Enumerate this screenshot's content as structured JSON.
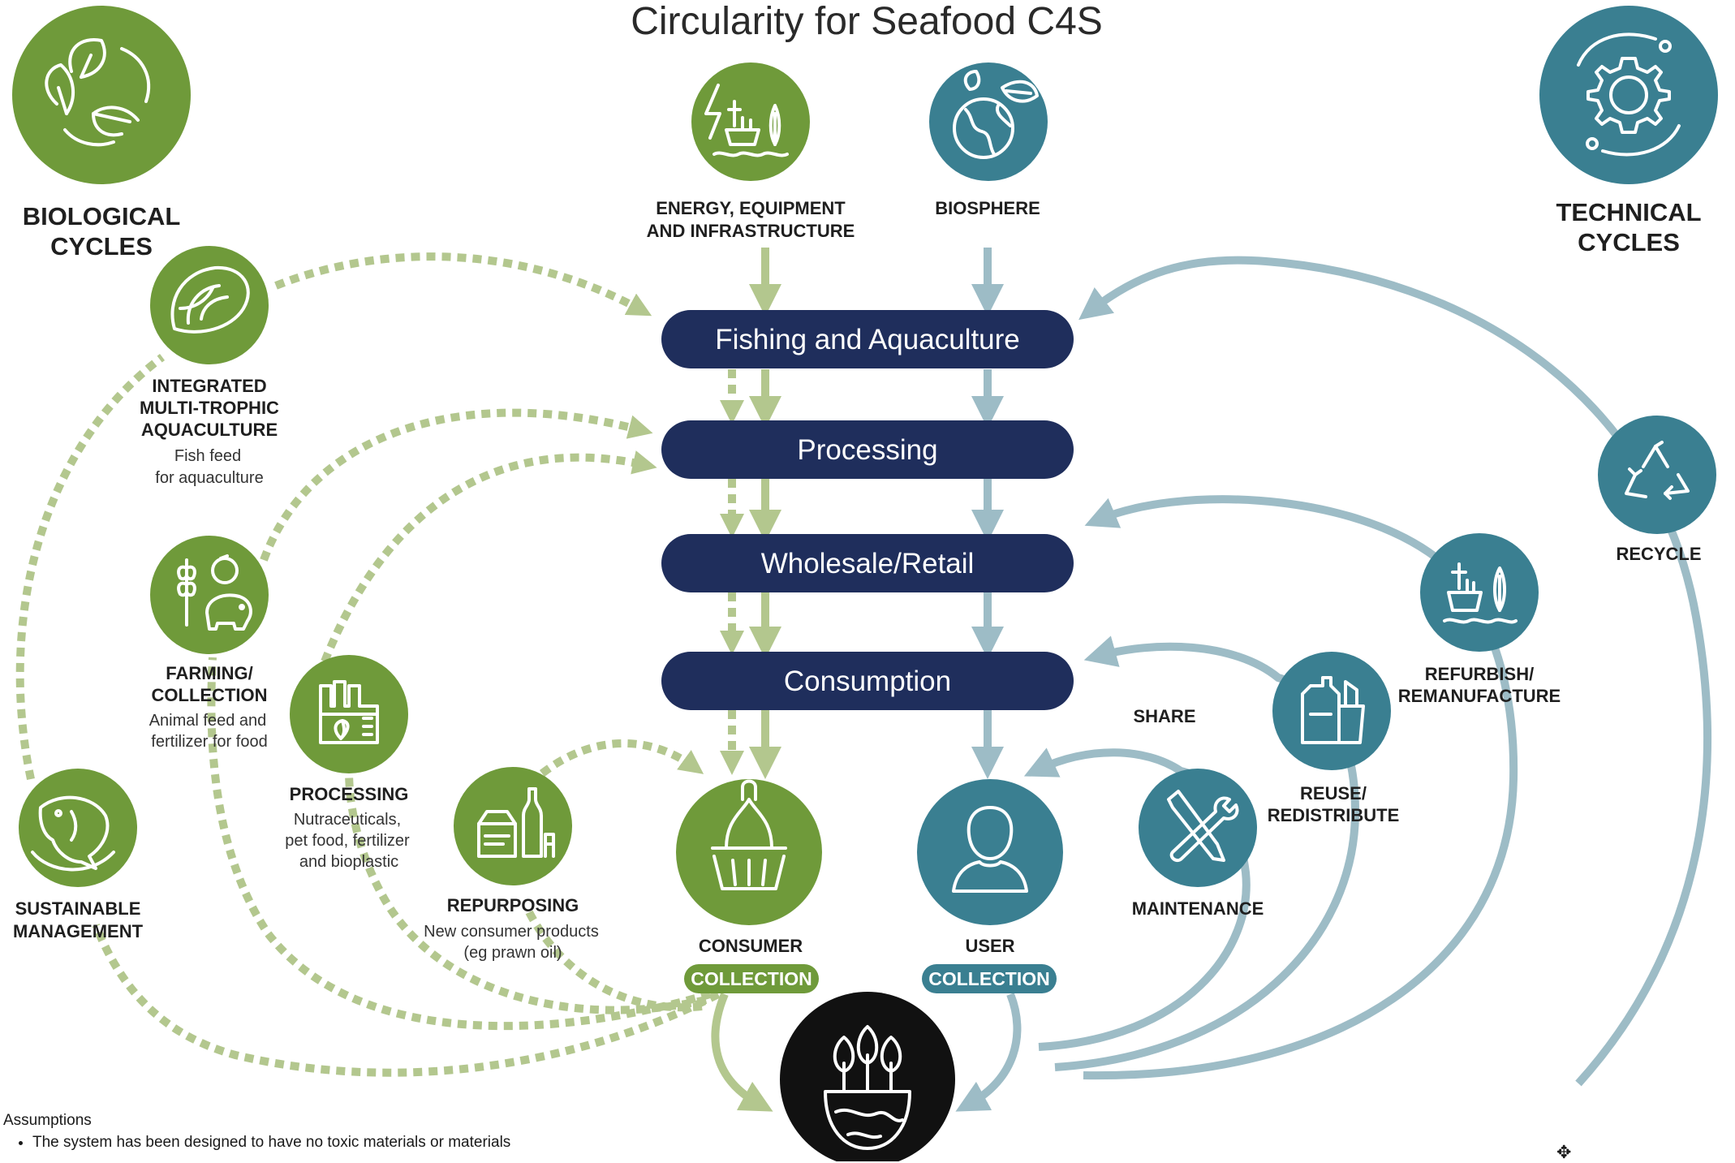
{
  "title": "Circularity for Seafood C4S",
  "colors": {
    "green": "#6f9a3a",
    "light_green": "#b3c78e",
    "teal": "#3a7f91",
    "light_teal": "#9dbcc6",
    "navy": "#1f2e5c",
    "black": "#111111"
  },
  "sections": {
    "biological": [
      "BIOLOGICAL",
      "CYCLES"
    ],
    "technical": [
      "TECHNICAL",
      "CYCLES"
    ]
  },
  "inputs": {
    "energy": {
      "label": [
        "ENERGY, EQUIPMENT",
        "AND INFRASTRUCTURE"
      ],
      "icon": "energy-infrastructure-icon"
    },
    "biosphere": {
      "label": [
        "BIOSPHERE"
      ],
      "icon": "globe-leaf-icon"
    }
  },
  "stages": [
    "Fishing and Aquaculture",
    "Processing",
    "Wholesale/Retail",
    "Consumption"
  ],
  "biological_nodes": {
    "imta": {
      "title": [
        "INTEGRATED",
        "MULTI-TROPHIC",
        "AQUACULTURE"
      ],
      "desc": [
        "Fish feed",
        "for aquaculture"
      ],
      "icon": "oyster-icon"
    },
    "farming": {
      "title": [
        "FARMING/",
        "COLLECTION"
      ],
      "desc": [
        "Animal feed and",
        "fertilizer for food"
      ],
      "icon": "farming-icon"
    },
    "processing": {
      "title": [
        "PROCESSING"
      ],
      "desc": [
        "Nutraceuticals,",
        "pet food, fertilizer",
        "and bioplastic"
      ],
      "icon": "factory-icon"
    },
    "repurposing": {
      "title": [
        "REPURPOSING"
      ],
      "desc": [
        "New consumer products",
        "(eg prawn oil)"
      ],
      "icon": "products-icon"
    },
    "sustainable": {
      "title": [
        "SUSTAINABLE",
        "MANAGEMENT"
      ],
      "icon": "fish-icon"
    }
  },
  "technical_nodes": {
    "recycle": {
      "title": [
        "RECYCLE"
      ],
      "icon": "recycle-icon"
    },
    "refurbish": {
      "title": [
        "REFURBISH/",
        "REMANUFACTURE"
      ],
      "icon": "boat-icon"
    },
    "reuse": {
      "title": [
        "REUSE/",
        "REDISTRIBUTE"
      ],
      "icon": "containers-icon"
    },
    "share": {
      "title": [
        "SHARE"
      ]
    },
    "maintenance": {
      "title": [
        "MAINTENANCE"
      ],
      "icon": "tools-icon"
    }
  },
  "endpoints": {
    "consumer": {
      "title": "CONSUMER",
      "pill": "COLLECTION",
      "icon": "basket-icon"
    },
    "user": {
      "title": "USER",
      "pill": "COLLECTION",
      "icon": "user-icon"
    },
    "earth": {
      "icon": "earth-trees-icon"
    }
  },
  "assumptions": {
    "heading": "Assumptions",
    "items": [
      "The system has been designed to have no toxic materials or materials"
    ]
  },
  "corner_mark": "✥"
}
